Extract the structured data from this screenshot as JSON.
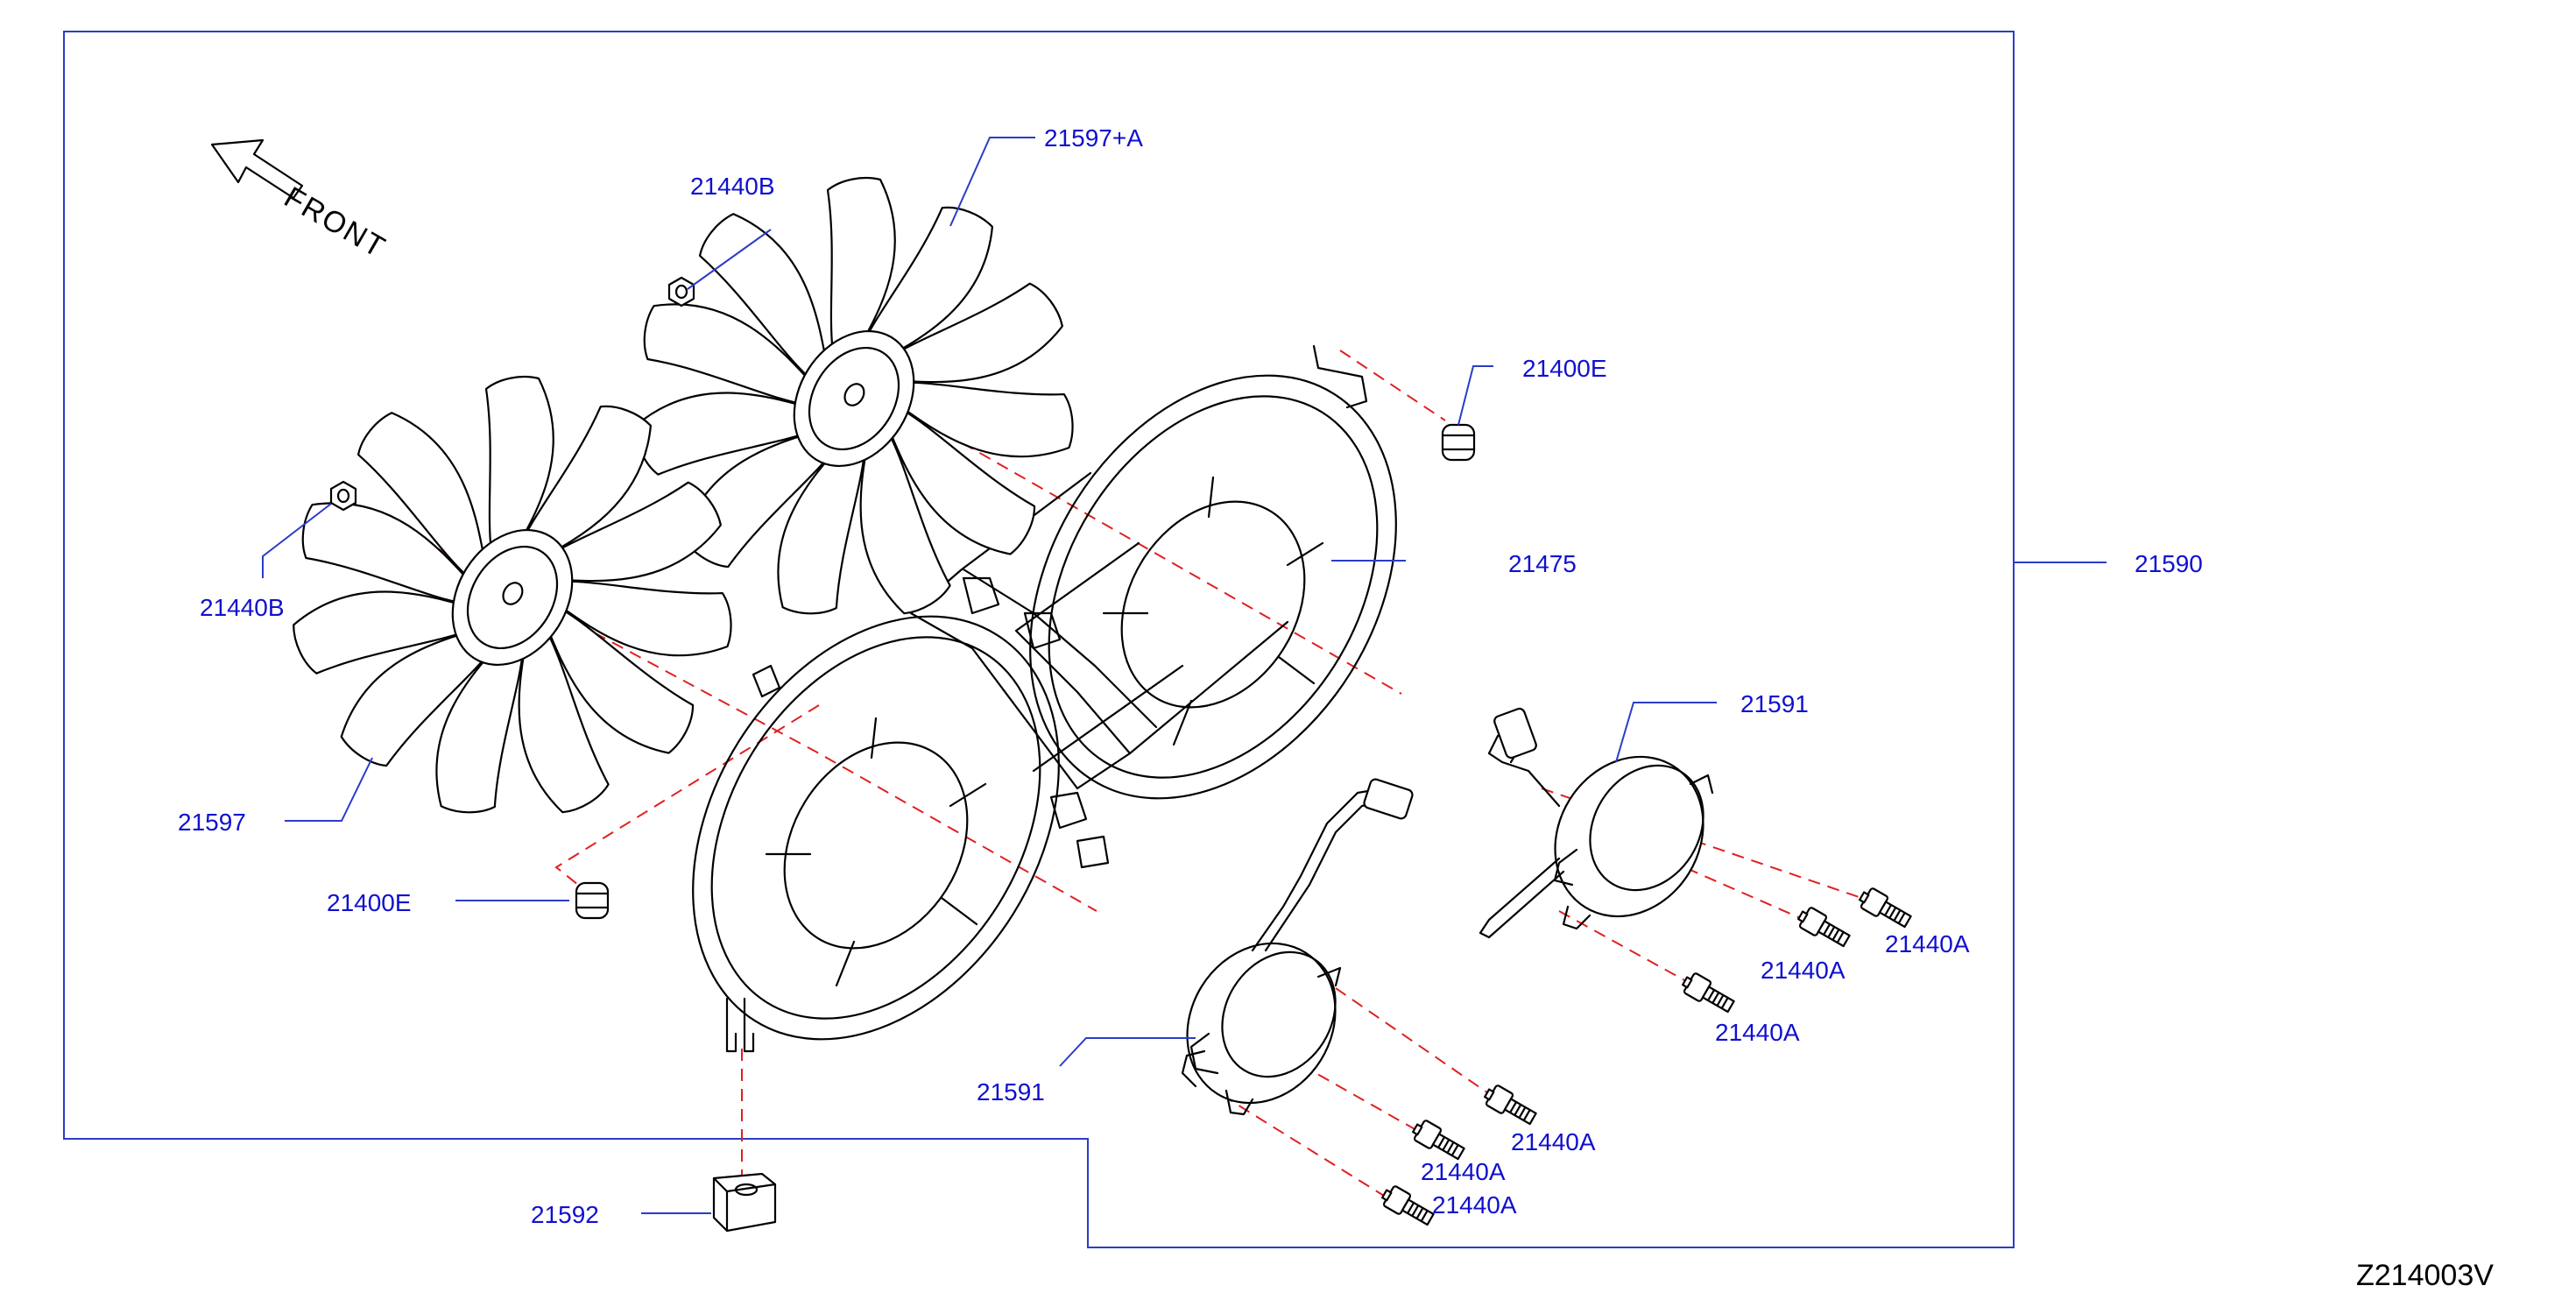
{
  "labels": {
    "fan_a": "21597+A",
    "nut_upper": "21440B",
    "nut_left": "21440B",
    "fan_b": "21597",
    "grommet_right": "21400E",
    "grommet_left": "21400E",
    "shroud": "21475",
    "assembly": "21590",
    "motor_right": "21591",
    "motor_left": "21591",
    "bolt_1": "21440A",
    "bolt_2": "21440A",
    "bolt_3": "21440A",
    "bolt_4": "21440A",
    "bolt_5": "21440A",
    "bolt_6": "21440A",
    "bracket": "21592"
  },
  "front_label": "FRONT",
  "diagram_code": "Z214003V",
  "colors": {
    "callout_text": "#1010d0",
    "leader_line": "#2b3cc8",
    "assembly_line": "#e02020",
    "part_outline": "#000000"
  }
}
